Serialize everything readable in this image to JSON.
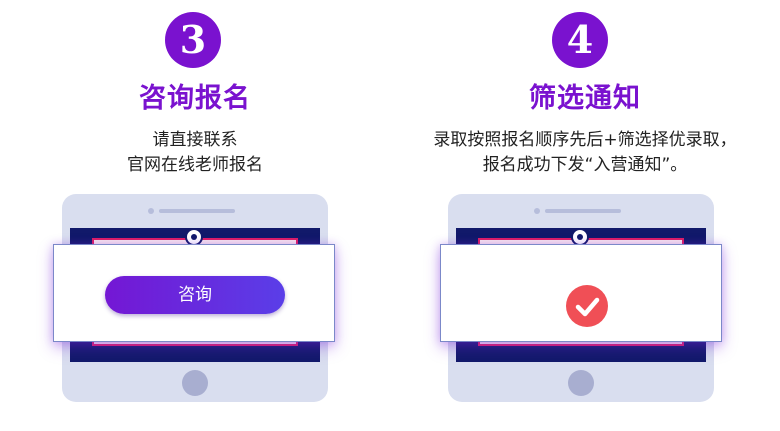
{
  "steps": [
    {
      "number": "3",
      "title": "咨询报名",
      "description": [
        "请直接联系",
        "官网在线老师报名"
      ],
      "button_label": "咨询"
    },
    {
      "number": "4",
      "title": "筛选通知",
      "description": [
        "录取按照报名顺序先后+筛选择优录取，",
        "报名成功下发“入营通知”。"
      ],
      "status_icon": "checkmark-circle-icon"
    }
  ],
  "colors": {
    "accent_purple": "#7a12cf",
    "button_gradient_start": "#7417d4",
    "button_gradient_end": "#5a3ee8",
    "check_red": "#f04f56",
    "tablet_frame": "#d9deef",
    "screen_dark": "#11196a"
  }
}
